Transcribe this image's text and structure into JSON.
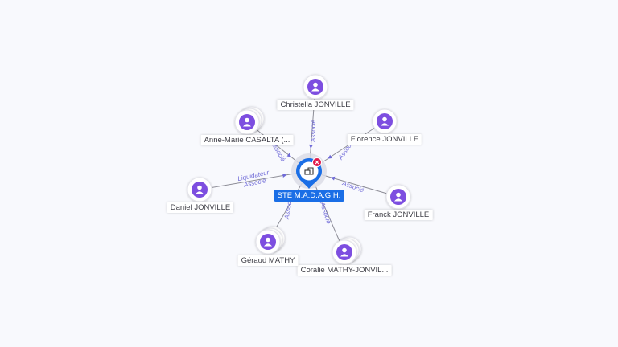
{
  "company": {
    "name": "STE M.A.D.A.G.H.",
    "icon": "company-building-icon",
    "status_icon": "closed-x-icon",
    "color": "#1a6ee6",
    "status_color": "#e0194a"
  },
  "person_color": "#7d4ee0",
  "people": [
    {
      "id": "christella",
      "name": "Christella JONVILLE",
      "role": "Associé",
      "stacked": false
    },
    {
      "id": "florence",
      "name": "Florence JONVILLE",
      "role": "Associé",
      "stacked": false
    },
    {
      "id": "franck",
      "name": "Franck JONVILLE",
      "role": "Associé",
      "stacked": false
    },
    {
      "id": "coralie",
      "name": "Coralie MATHY-JONVIL...",
      "role": "Associé",
      "stacked": true
    },
    {
      "id": "geraud",
      "name": "Géraud MATHY",
      "role": "Associé",
      "stacked": true
    },
    {
      "id": "daniel",
      "name": "Daniel JONVILLE",
      "role": "Liquidateur\nAssocié",
      "stacked": false
    },
    {
      "id": "anne",
      "name": "Anne-Marie CASALTA (...",
      "role": "Associé",
      "stacked": true
    }
  ]
}
